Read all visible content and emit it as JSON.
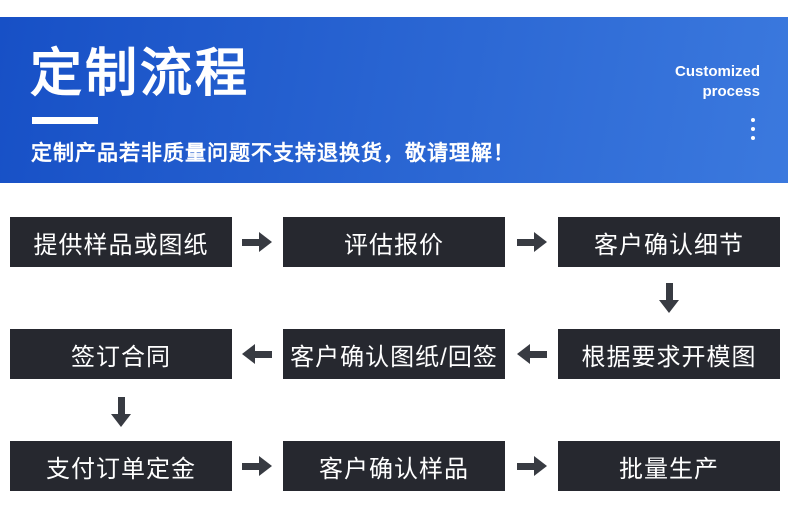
{
  "banner": {
    "title": "定制流程",
    "subtitle": "定制产品若非质量问题不支持退换货，敬请理解！",
    "caption_en_line1": "Customized",
    "caption_en_line2": "process"
  },
  "flow": {
    "steps": [
      {
        "label": "提供样品或图纸"
      },
      {
        "label": "评估报价"
      },
      {
        "label": "客户确认细节"
      },
      {
        "label": "根据要求开模图"
      },
      {
        "label": "客户确认图纸/回签"
      },
      {
        "label": "签订合同"
      },
      {
        "label": "支付订单定金"
      },
      {
        "label": "客户确认样品"
      },
      {
        "label": "批量生产"
      }
    ]
  },
  "colors": {
    "banner_gradient_start": "#1750c6",
    "banner_gradient_end": "#3b79de",
    "box_background": "#26282f",
    "arrow": "#383b42",
    "text_on_dark": "#ffffff"
  }
}
